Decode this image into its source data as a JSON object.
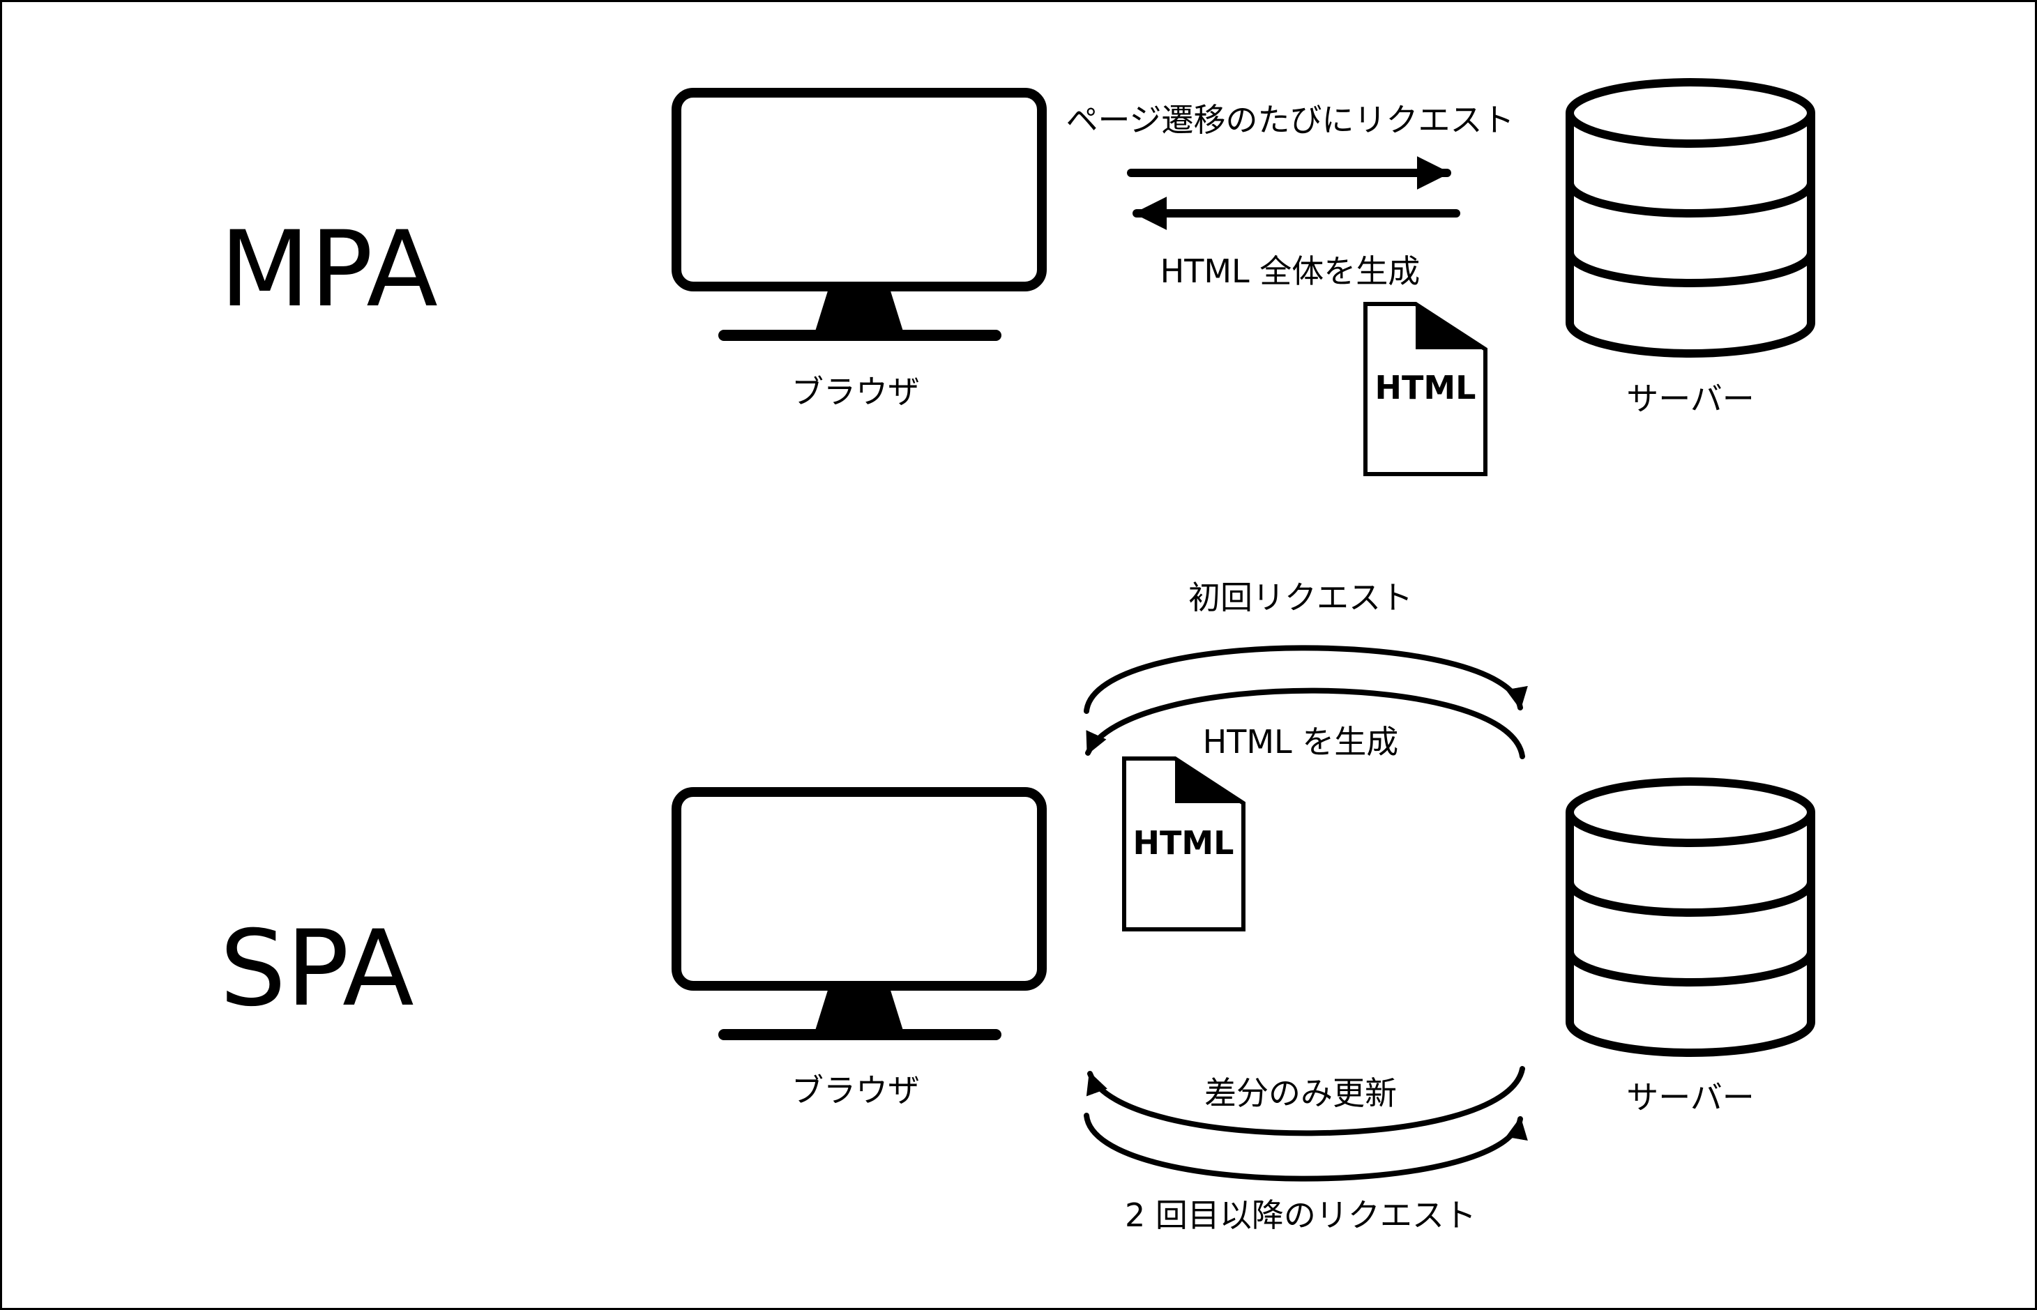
{
  "mpa": {
    "title": "MPA",
    "browser_label": "ブラウザ",
    "server_label": "サーバー",
    "request_label": "ページ遷移のたびにリクエスト",
    "response_label": "HTML 全体を生成",
    "document_label": "HTML",
    "icons": {
      "browser": "monitor-icon",
      "server": "database-icon",
      "document": "html-file-icon"
    }
  },
  "spa": {
    "title": "SPA",
    "browser_label": "ブラウザ",
    "server_label": "サーバー",
    "initial_request_label": "初回リクエスト",
    "initial_response_label": "HTML を生成",
    "diff_update_label": "差分のみ更新",
    "subsequent_request_label": "2 回目以降のリクエスト",
    "document_label": "HTML",
    "icons": {
      "browser": "monitor-icon",
      "server": "database-icon",
      "document": "html-file-icon"
    }
  },
  "colors": {
    "stroke": "#000000",
    "background": "#ffffff"
  }
}
